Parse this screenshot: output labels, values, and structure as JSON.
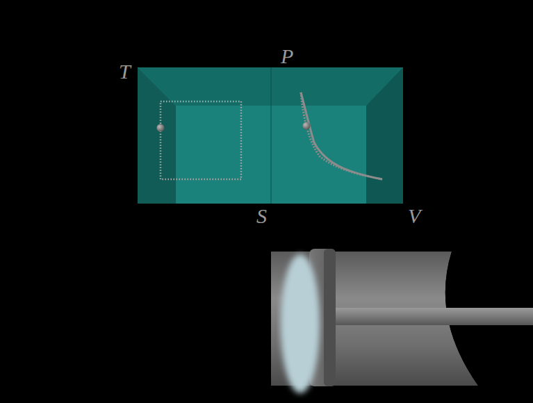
{
  "diagram": {
    "labels": [
      "T",
      "P",
      "S",
      "V"
    ]
  }
}
